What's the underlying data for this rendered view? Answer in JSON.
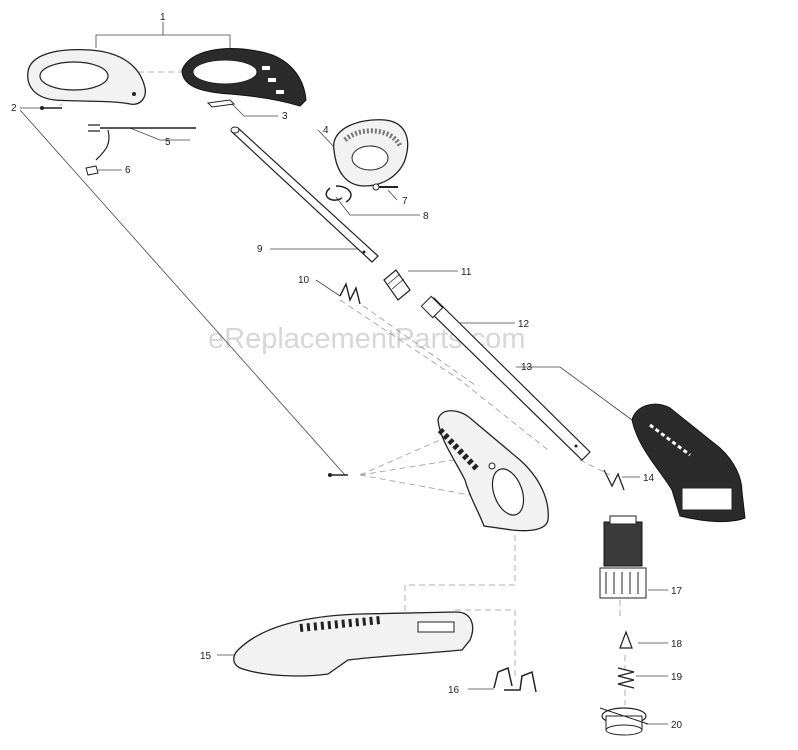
{
  "watermark": "eReplacementParts.com",
  "labels": {
    "p1": "1",
    "p2": "2",
    "p3": "3",
    "p4": "4",
    "p5": "5",
    "p6": "6",
    "p7": "7",
    "p8": "8",
    "p9": "9",
    "p10": "10",
    "p11": "11",
    "p12": "12",
    "p13": "13",
    "p14": "14",
    "p15": "15",
    "p16": "16",
    "p17": "17",
    "p18": "18",
    "p19": "19",
    "p20": "20"
  }
}
